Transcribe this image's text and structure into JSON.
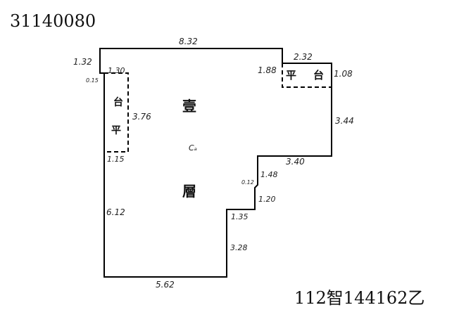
{
  "document_id": "31140080",
  "reference_code": "112智144162乙",
  "floor_label": {
    "char1": "壹",
    "char2": "層"
  },
  "center_mark": "Cₐ",
  "platforms": {
    "left": {
      "char1": "平",
      "char2": "台"
    },
    "right": {
      "char1": "平",
      "char2": "台"
    }
  },
  "dimensions": {
    "top": "8.32",
    "top_left_edge": "1.32",
    "left_platform_top": "1.30",
    "left_platform_offset": "0.15",
    "left_platform_height": "3.76",
    "left_platform_bottom": "1.15",
    "left_wall_lower": "6.12",
    "bottom": "5.62",
    "right_platform_width": "2.32",
    "right_platform_left": "1.88",
    "right_platform_height": "1.08",
    "right_wall": "3.44",
    "step_horizontal_upper": "3.40",
    "step_vertical_upper": "1.48",
    "step_small": "0.12",
    "step_diagonal": "1.20",
    "step_horizontal_lower": "1.35",
    "step_vertical_lower": "3.28"
  }
}
